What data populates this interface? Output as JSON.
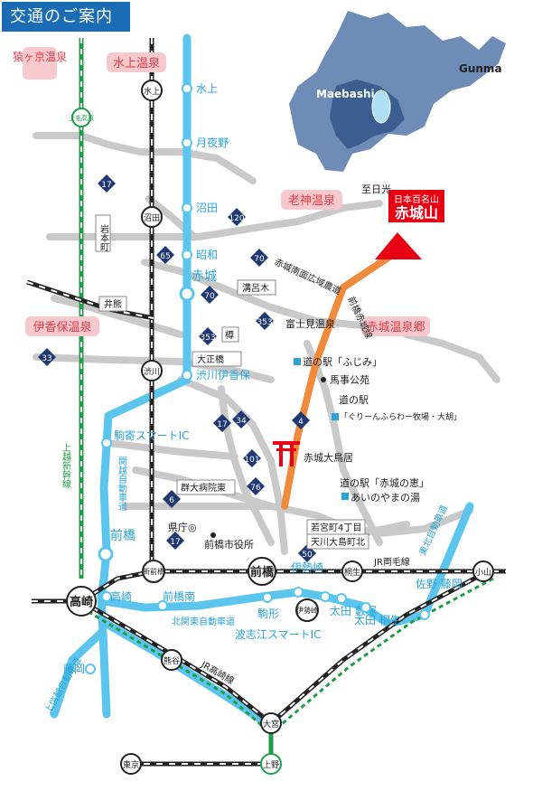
{
  "page": {
    "title": "交通のご案内"
  },
  "colors": {
    "road_gray": "#c9c9c9",
    "expressway_blue": "#5bc5ee",
    "route_orange": "#f08a3c",
    "onsen_pink": "#f6c9cc",
    "onsen_text": "#e23c4a",
    "highway_shield": "#1f3a73",
    "jr_green": "#1f9d4a",
    "shinkansen_green": "#1f9d4a",
    "red_accent": "#e60012",
    "inset_blue": "#6f8cb7",
    "lake_blue": "#aee0f5"
  },
  "inset": {
    "prefecture": "Gunma",
    "city": "Maebashi"
  },
  "onsen": {
    "sarugakyo": "猿ヶ京温泉",
    "minakami": "水上温泉",
    "oigami": "老神温泉",
    "ikaho": "伊香保温泉",
    "akagi": "赤城温泉郷",
    "fujimi": "富士見温泉"
  },
  "mountain": {
    "caption": "日本百名山",
    "name": "赤城山"
  },
  "directions": {
    "nikko": "至日光"
  },
  "stations": {
    "minakami": "水上",
    "numata": "沼田",
    "shibukawa": "渋川",
    "shin_maebashi": "新前橋",
    "maebashi": "前橋",
    "takasaki": "高崎",
    "kiryu": "桐生",
    "oyama": "小山",
    "omiya": "大宮",
    "ueno": "上野",
    "tokyo": "東京",
    "kumagaya": "熊谷",
    "isesaki": "伊勢崎",
    "jomo_kogen": "上毛高原"
  },
  "interchanges": {
    "minakami": "水上",
    "tsukiyono": "月夜野",
    "numata": "沼田",
    "showa": "昭和",
    "akagi": "赤城",
    "shibukawa_ikaho": "渋川伊香保",
    "komayose": "駒寄スマートIC",
    "maebashi": "前橋",
    "takasaki": "高崎",
    "maebashi_minami": "前橋南",
    "komagata": "駒形",
    "hashie": "波志江スマートIC",
    "isesaki": "伊勢崎",
    "ota_yabuzuka": "太田\n藪塚",
    "ota_kiryu": "太田\n桐生",
    "sano_fujioka": "佐野\n藤岡",
    "fujioka": "藤岡"
  },
  "railway": {
    "joetsu_shinkansen": "上越新幹線",
    "jr_ryomo": "JR両毛線",
    "jr_takasaki": "JR高崎線"
  },
  "expressways": {
    "kanetsu": "関越自動車道",
    "kitakanto": "北関東自動車道",
    "joshinetsu": "上信越自動車道",
    "tohoku": "東北自動車道"
  },
  "roads": {
    "akagi_minami": "赤城南面広域農道",
    "maebashi_akagi": "前橋赤城線"
  },
  "routes": [
    "17",
    "120",
    "65",
    "70",
    "353",
    "33",
    "34",
    "101",
    "76",
    "6",
    "50",
    "4"
  ],
  "places": {
    "iwamoto": "岩本町",
    "inokuma": "井熊",
    "mizorogi": "溝呂木",
    "tarumi": "樽",
    "taisho_bashi": "大正橋",
    "michinoeki_fujimi": "道の駅「ふじみ」",
    "bajikoen": "馬事公苑",
    "michinoeki_bokujo": "道の駅",
    "bokujo_name": "「ぐりーんふらわー牧場・大胡」",
    "torii": "赤城大鳥居",
    "michinoeki_akagi": "道の駅「赤城の恵」",
    "aiyama": "あいのやまの湯",
    "gundai_byoin": "群大病院東",
    "kencho": "県庁◎",
    "shiyakusho": "前橋市役所",
    "wakamiya": "若宮町4丁目",
    "tenkawa": "天川大島町北"
  }
}
